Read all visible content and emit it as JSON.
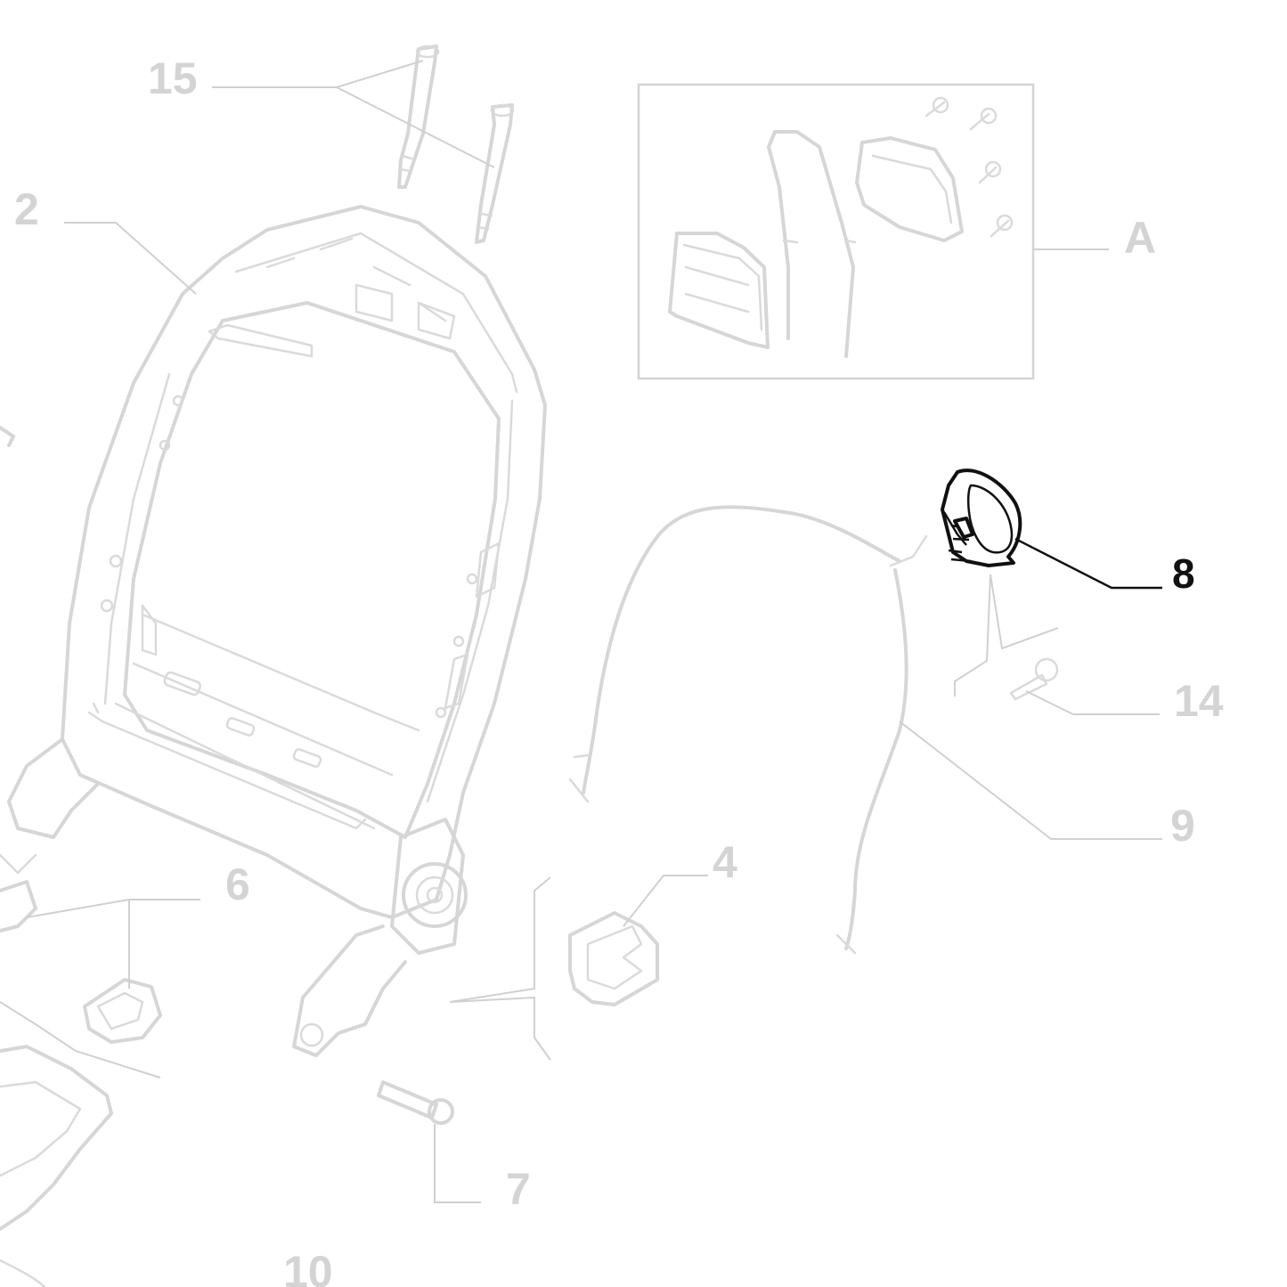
{
  "callouts": {
    "c15": "15",
    "c2": "2",
    "cA": "A",
    "c8": "8",
    "c14": "14",
    "c9": "9",
    "c4": "4",
    "c6": "6",
    "c7": "7",
    "c10": "10"
  },
  "highlighted_part": "8",
  "colors": {
    "faded_linework": "#d6d6d6",
    "highlight_linework": "#111111",
    "background": "#ffffff"
  }
}
